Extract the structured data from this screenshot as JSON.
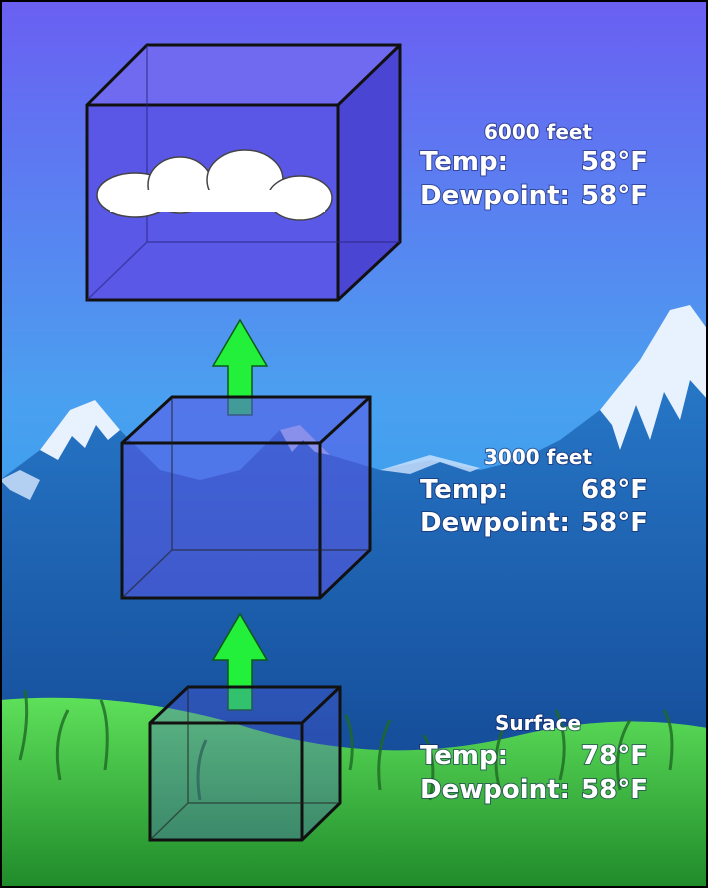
{
  "levels": [
    {
      "altitude": "6000 feet",
      "temp_label": "Temp:",
      "temp_value": "58°F",
      "dew_label": "Dewpoint:",
      "dew_value": "58°F"
    },
    {
      "altitude": "3000 feet",
      "temp_label": "Temp:",
      "temp_value": "68°F",
      "dew_label": "Dewpoint:",
      "dew_value": "58°F"
    },
    {
      "altitude": "Surface",
      "temp_label": "Temp:",
      "temp_value": "78°F",
      "dew_label": "Dewpoint:",
      "dew_value": "58°F"
    }
  ],
  "colors": {
    "sky_top": "#6a63f0",
    "sky_bottom": "#2fa0f0",
    "mountain": "#1c5fa8",
    "grass": "#3cc23a",
    "arrow": "#22f03a",
    "box": "#5b55e6"
  }
}
